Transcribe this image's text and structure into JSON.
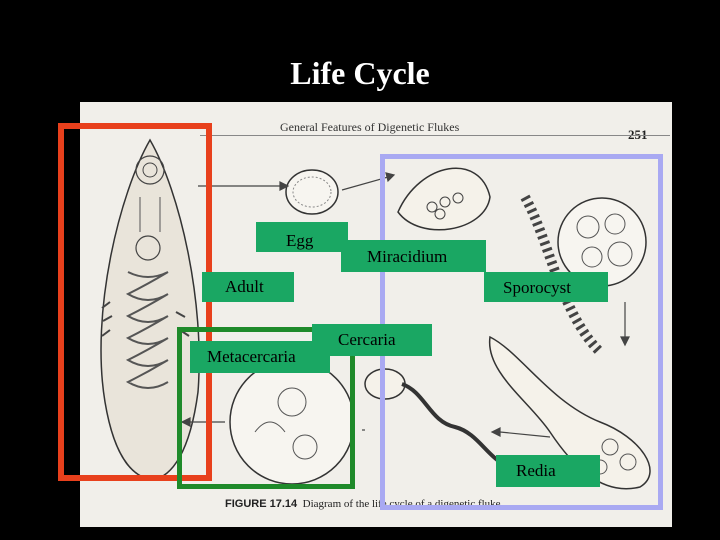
{
  "title": "Life Cycle",
  "figure": {
    "header": "General Features of Digenetic Flukes",
    "page_number": "251",
    "caption_label": "FIGURE 17.14",
    "caption_text": "Diagram of the life cycle of a digenetic fluke"
  },
  "labels": {
    "egg": "Egg",
    "miracidium": "Miracidium",
    "adult": "Adult",
    "sporocyst": "Sporocyst",
    "metacercaria": "Metacercaria",
    "cercaria": "Cercaria",
    "redia": "Redia"
  },
  "colors": {
    "background": "#000000",
    "label_fill": "#1aa763",
    "host_box_red": "#e8401c",
    "host_box_green": "#1f8a2a",
    "host_box_lavender": "#a9a9f2"
  }
}
